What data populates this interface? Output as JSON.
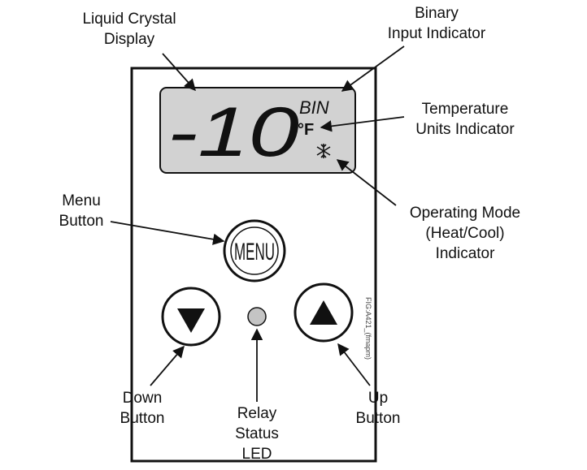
{
  "display": {
    "reading": "-10",
    "binary_indicator": "BIN",
    "units": "°F",
    "mode_icon": "snowflake-icon"
  },
  "buttons": {
    "menu_label": "MENU",
    "down_icon": "down-triangle-icon",
    "up_icon": "up-triangle-icon"
  },
  "side_text": "FIG:A421_(fmapm)",
  "labels": {
    "lcd": [
      "Liquid Crystal",
      "Display"
    ],
    "binary": [
      "Binary",
      "Input Indicator"
    ],
    "temp_units": [
      "Temperature",
      "Units Indicator"
    ],
    "operating_mode": [
      "Operating Mode",
      "(Heat/Cool)",
      "Indicator"
    ],
    "menu": [
      "Menu",
      "Button"
    ],
    "down": [
      "Down",
      "Button"
    ],
    "relay": [
      "Relay",
      "Status",
      "LED"
    ],
    "up": [
      "Up",
      "Button"
    ]
  },
  "colors": {
    "lcd_background": "#d2d2d2",
    "led": "#c4c4c4",
    "ink": "#111111"
  }
}
